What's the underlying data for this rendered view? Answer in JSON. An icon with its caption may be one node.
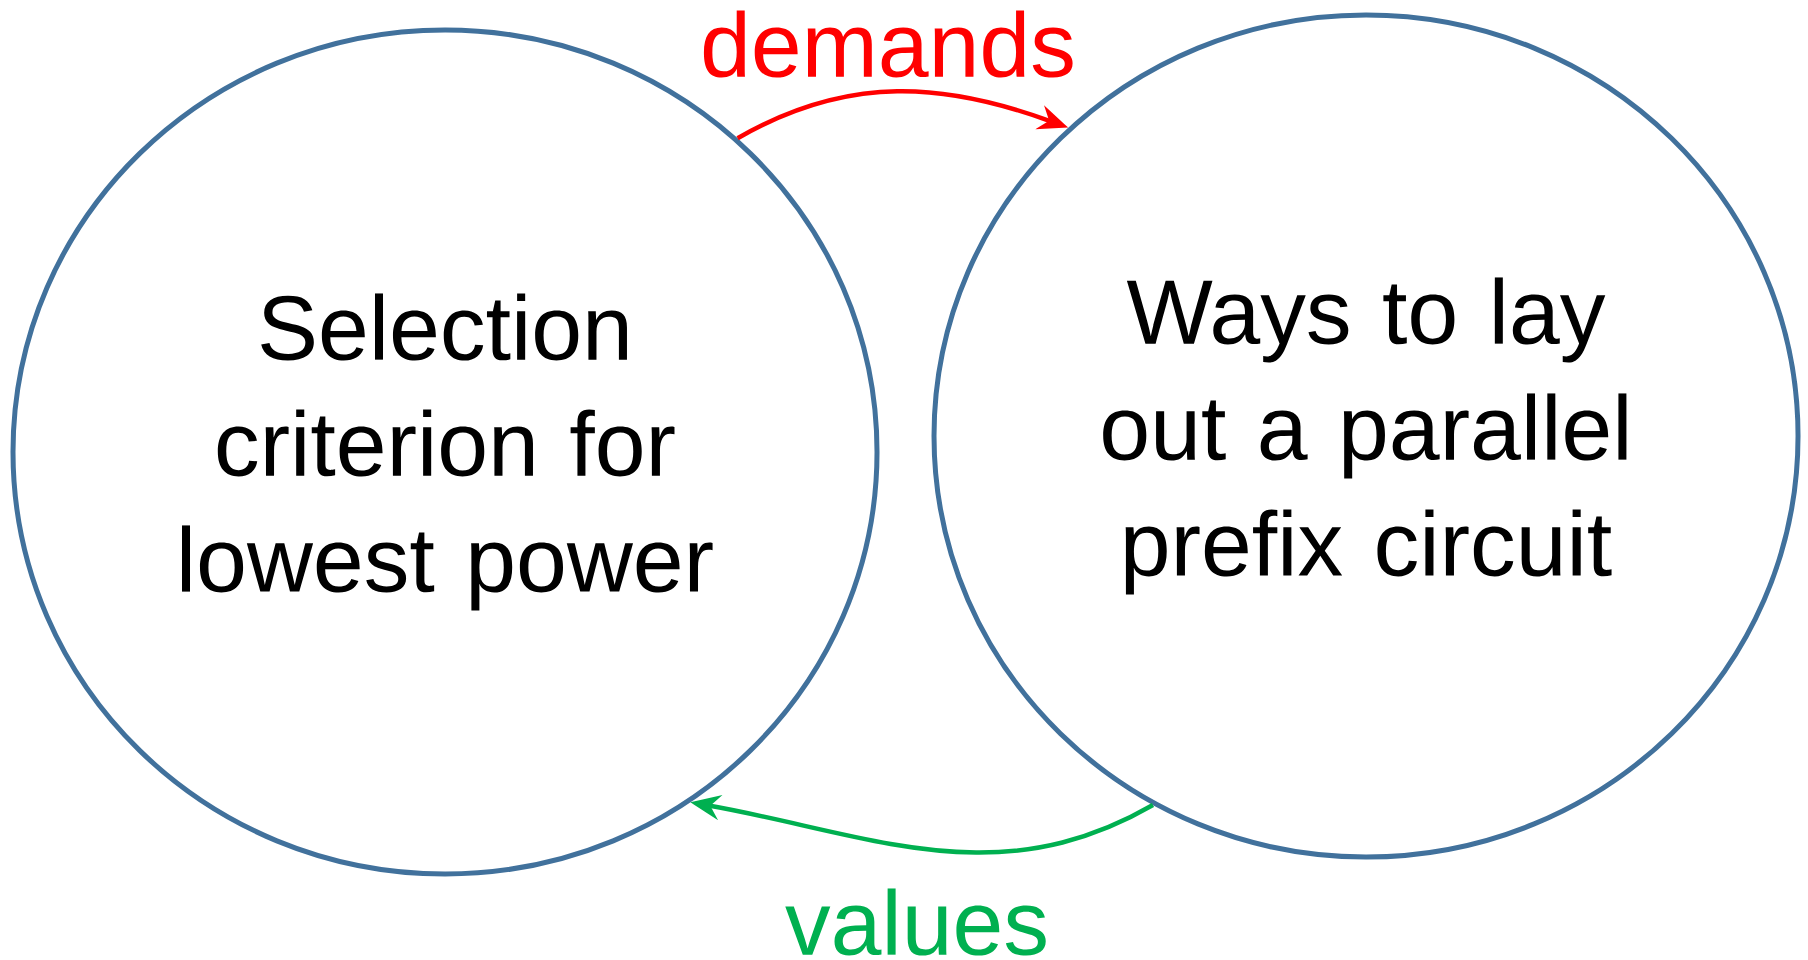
{
  "diagram": {
    "nodes": [
      {
        "text": [
          "Selection criterion for lowest power"
        ]
      },
      {
        "text": [
          "Ways to lay out a parallel prefix circuit"
        ]
      }
    ],
    "edges": [
      {
        "from": 0,
        "to": 1,
        "arrow": "to",
        "label": "demands",
        "color": "#ff0000"
      },
      {
        "from": 1,
        "to": 0,
        "arrow": "to",
        "label": "values",
        "color": "#00b050"
      }
    ]
  }
}
